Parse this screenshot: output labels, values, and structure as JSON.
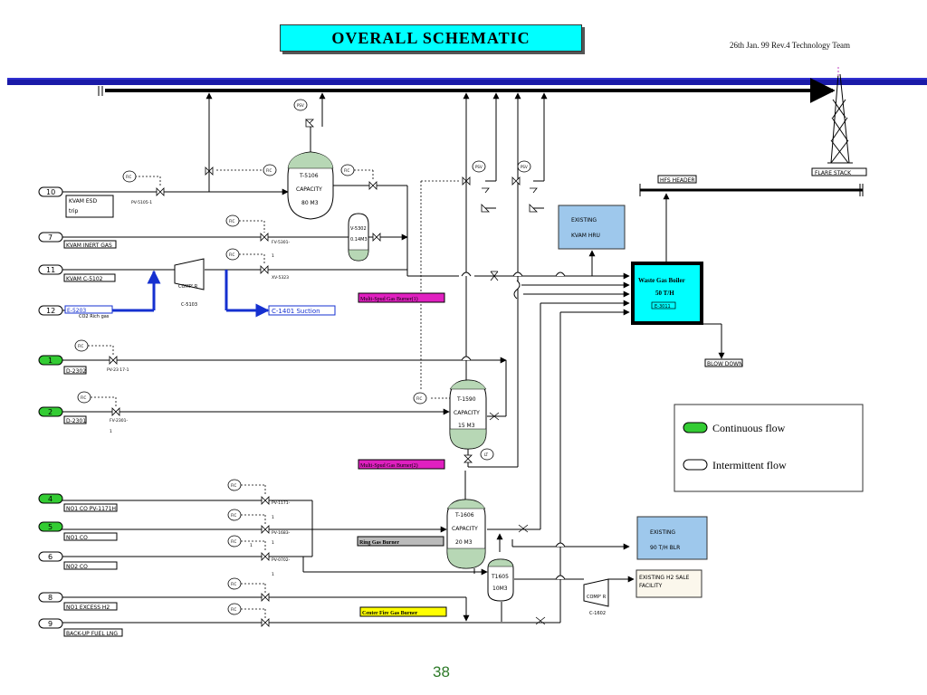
{
  "header": {
    "title": "OVERALL SCHEMATIC",
    "date_sup": "26",
    "date_rest": "th Jan. 99   Rev.4 Technology Team",
    "page_number": "38"
  },
  "colors": {
    "title_bg": "#00ffff",
    "top_bar": "#1a1aa8",
    "continuous": "#33cc33",
    "vessel_fill": "#b7d7b5",
    "box_blue": "#9ec8ec",
    "magenta": "#e020c0",
    "yellow": "#ffff00",
    "gray_label": "#bbbbbb",
    "boiler": "#00ffff",
    "flow_blue": "#1530d0"
  },
  "streams": [
    {
      "num": "10",
      "label": "KVAM ESD trip",
      "line1": "KVAM ESD",
      "line2": "trip",
      "continuous": false
    },
    {
      "num": "7",
      "label": "KVAM INERT GAS",
      "continuous": false
    },
    {
      "num": "11",
      "label": "KVAM C-5102",
      "continuous": false
    },
    {
      "num": "12",
      "label": "E-5203",
      "continuous": false
    },
    {
      "num": "1",
      "label": "D-2302",
      "continuous": true
    },
    {
      "num": "2",
      "label": "D-2301",
      "continuous": true
    },
    {
      "num": "4",
      "label": "NO1 CO PV-1171H",
      "continuous": true
    },
    {
      "num": "5",
      "label": "NO1 CO",
      "continuous": true
    },
    {
      "num": "6",
      "label": "NO2 CO",
      "continuous": false
    },
    {
      "num": "8",
      "label": "NO1 EXCESS H2",
      "continuous": false
    },
    {
      "num": "9",
      "label": "BACK-UP FUEL LNG",
      "continuous": false
    }
  ],
  "vessels": {
    "t5106": {
      "name": "T-5106",
      "cap": "CAPACITY",
      "vol": "80 M3"
    },
    "v5302": {
      "name": "V-5302",
      "vol": "0.14M3"
    },
    "t1590": {
      "name": "T-1590",
      "cap": "CAPACITY",
      "vol": "15 M3"
    },
    "t1606": {
      "name": "T-1606",
      "cap": "CAPACITY",
      "vol": "20 M3"
    },
    "t1605": {
      "name": "T1605",
      "vol": "10M3"
    }
  },
  "equipment": {
    "boiler_l1": "Waste Gas Boiler",
    "boiler_l2": "50  T/H",
    "boiler_tag": "E-3011",
    "hru_l1": "EXISTING",
    "hru_l2": "KVAM HRU",
    "blr_l1": "EXISTING",
    "blr_l2": "90  T/H BLR",
    "h2_l1": "EXISTING H2 SALE",
    "h2_l2": "FACILITY",
    "flare": "FLARE STACK",
    "hfs": "HFS HEADER",
    "blowdown": "BLOW DOWN",
    "c1401": "C-1401 Suction",
    "co2": "CO2 Rich gas",
    "comp": "COMP' R",
    "c5103": "C-5103",
    "c1602": "C-1602"
  },
  "burners": {
    "msg1": "Multi-Spud  Gas  Burner(1)",
    "msg2": "Multi-Spud  Gas  Burner(2)",
    "ring": "Ring  Gas Burner",
    "center": "Center  Fire  Gas Burner"
  },
  "instruments": {
    "fic": "FIC",
    "psv": "PSV",
    "lt": "LT",
    "pv5105": "PV-5105-1",
    "fv5301": "FV-5301-",
    "xv5323": "XV-5323",
    "pv2317": "PV-23 17-1",
    "fv2301": "FV-2301-",
    "pv1171": "PV-1171-",
    "pv1683": "PV-1683-",
    "pv0702": "PV-0702-",
    "suffix": "1"
  },
  "legend": {
    "continuous": "Continuous flow",
    "intermittent": "Intermittent flow"
  }
}
